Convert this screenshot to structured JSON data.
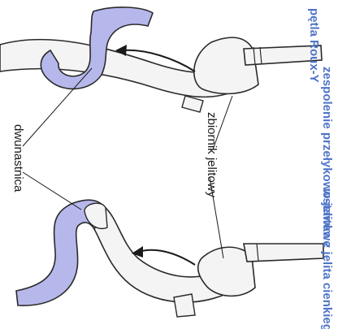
{
  "labels": {
    "duodenum": "dwunastnica",
    "reservoir": "zbiornik jelitowy",
    "anastomosis": "zespolenie przełykowo-jelitowe",
    "roux_loop": "pętla Roux-Y",
    "interposition": "wstawka z jelita cienkiego"
  },
  "colors": {
    "duodenum_fill": "#b6b8ec",
    "intestine_fill": "#f4f4f4",
    "outline": "#2a2a2a",
    "blue_text": "#4f74c8",
    "dots": "#9a9a9a"
  }
}
